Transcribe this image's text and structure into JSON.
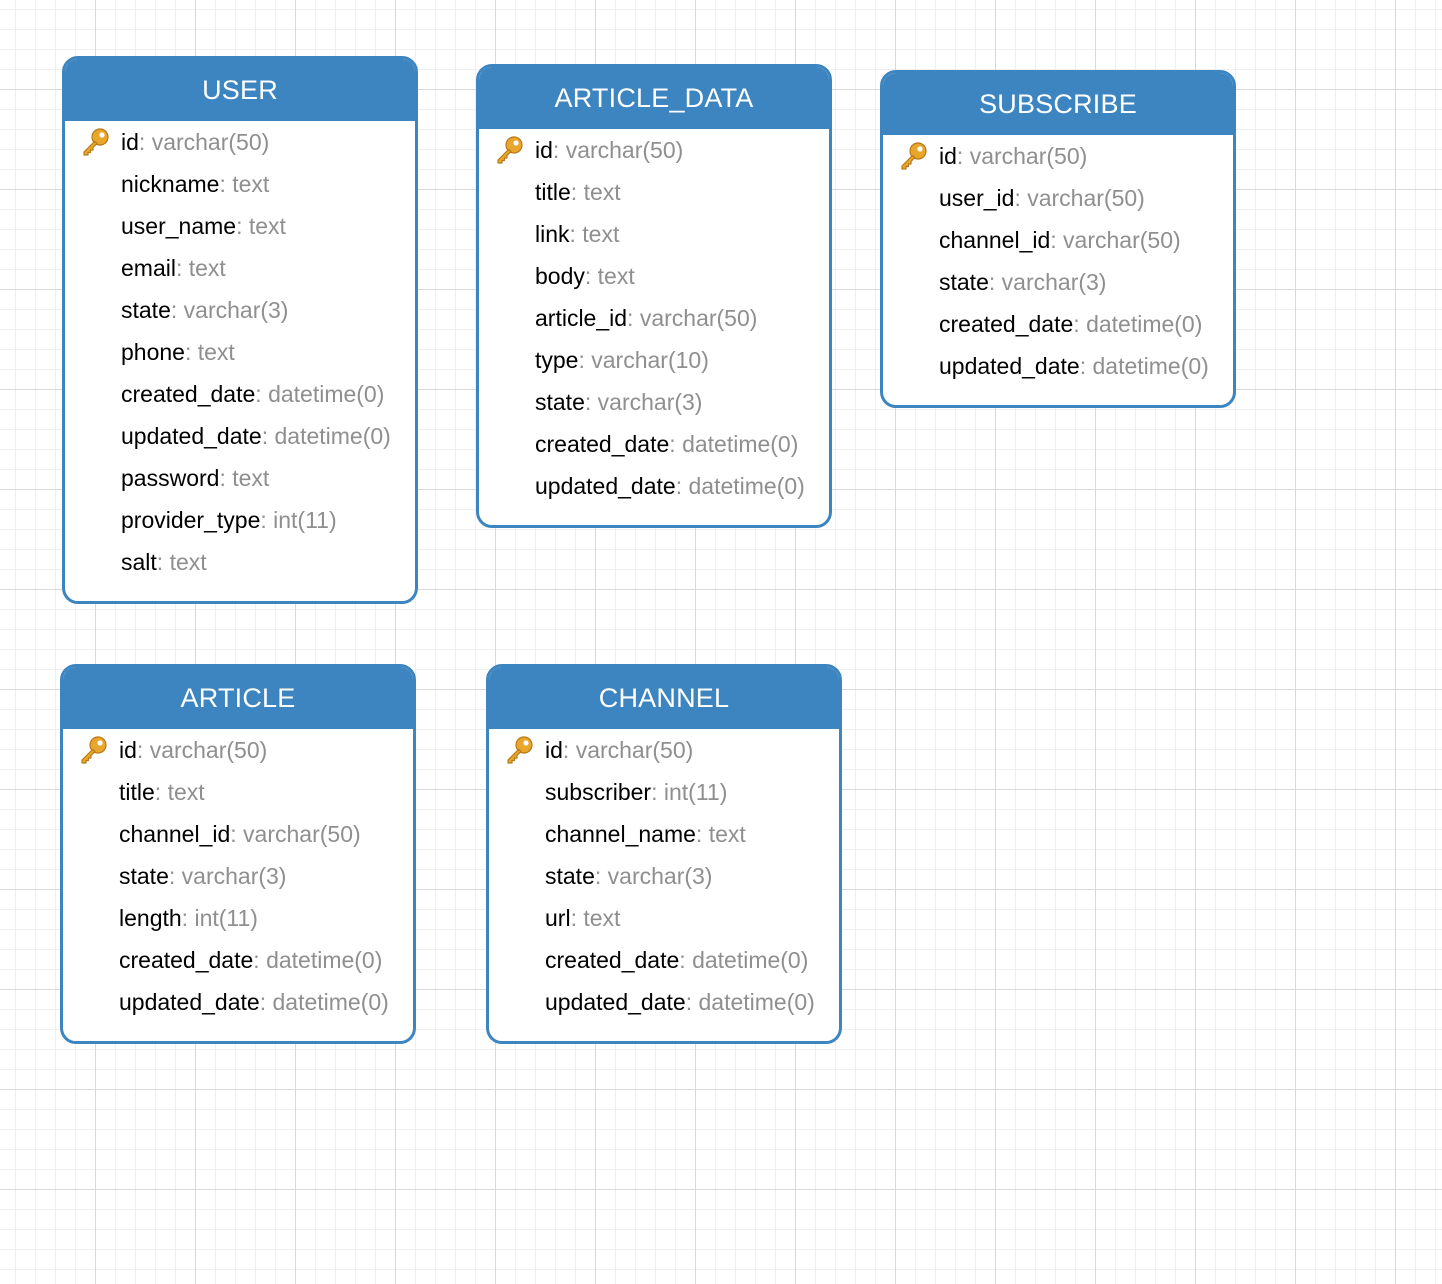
{
  "colors": {
    "header_bg": "#3d85c0",
    "header_text": "#ffffff",
    "field_name": "#000000",
    "field_type": "#8f8f8f",
    "key_icon": "#e8a62c"
  },
  "entities": [
    {
      "id": "user",
      "name": "USER",
      "fields": [
        {
          "name": "id",
          "type": "varchar(50)",
          "primary_key": true
        },
        {
          "name": "nickname",
          "type": "text"
        },
        {
          "name": "user_name",
          "type": "text"
        },
        {
          "name": "email",
          "type": "text"
        },
        {
          "name": "state",
          "type": "varchar(3)"
        },
        {
          "name": "phone",
          "type": "text"
        },
        {
          "name": "created_date",
          "type": "datetime(0)"
        },
        {
          "name": "updated_date",
          "type": "datetime(0)"
        },
        {
          "name": "password",
          "type": "text"
        },
        {
          "name": "provider_type",
          "type": "int(11)"
        },
        {
          "name": "salt",
          "type": "text"
        }
      ]
    },
    {
      "id": "article-data",
      "name": "ARTICLE_DATA",
      "fields": [
        {
          "name": "id",
          "type": "varchar(50)",
          "primary_key": true
        },
        {
          "name": "title",
          "type": "text"
        },
        {
          "name": "link",
          "type": "text"
        },
        {
          "name": "body",
          "type": "text"
        },
        {
          "name": "article_id",
          "type": "varchar(50)"
        },
        {
          "name": "type",
          "type": "varchar(10)"
        },
        {
          "name": "state",
          "type": "varchar(3)"
        },
        {
          "name": "created_date",
          "type": "datetime(0)"
        },
        {
          "name": "updated_date",
          "type": "datetime(0)"
        }
      ]
    },
    {
      "id": "subscribe",
      "name": "SUBSCRIBE",
      "fields": [
        {
          "name": "id",
          "type": "varchar(50)",
          "primary_key": true
        },
        {
          "name": "user_id",
          "type": "varchar(50)"
        },
        {
          "name": "channel_id",
          "type": "varchar(50)"
        },
        {
          "name": "state",
          "type": "varchar(3)"
        },
        {
          "name": "created_date",
          "type": "datetime(0)"
        },
        {
          "name": "updated_date",
          "type": "datetime(0)"
        }
      ]
    },
    {
      "id": "article",
      "name": "ARTICLE",
      "fields": [
        {
          "name": "id",
          "type": "varchar(50)",
          "primary_key": true
        },
        {
          "name": "title",
          "type": "text"
        },
        {
          "name": "channel_id",
          "type": "varchar(50)"
        },
        {
          "name": "state",
          "type": "varchar(3)"
        },
        {
          "name": "length",
          "type": "int(11)"
        },
        {
          "name": "created_date",
          "type": "datetime(0)"
        },
        {
          "name": "updated_date",
          "type": "datetime(0)"
        }
      ]
    },
    {
      "id": "channel",
      "name": "CHANNEL",
      "fields": [
        {
          "name": "id",
          "type": "varchar(50)",
          "primary_key": true
        },
        {
          "name": "subscriber",
          "type": "int(11)"
        },
        {
          "name": "channel_name",
          "type": "text"
        },
        {
          "name": "state",
          "type": "varchar(3)"
        },
        {
          "name": "url",
          "type": "text"
        },
        {
          "name": "created_date",
          "type": "datetime(0)"
        },
        {
          "name": "updated_date",
          "type": "datetime(0)"
        }
      ]
    }
  ]
}
